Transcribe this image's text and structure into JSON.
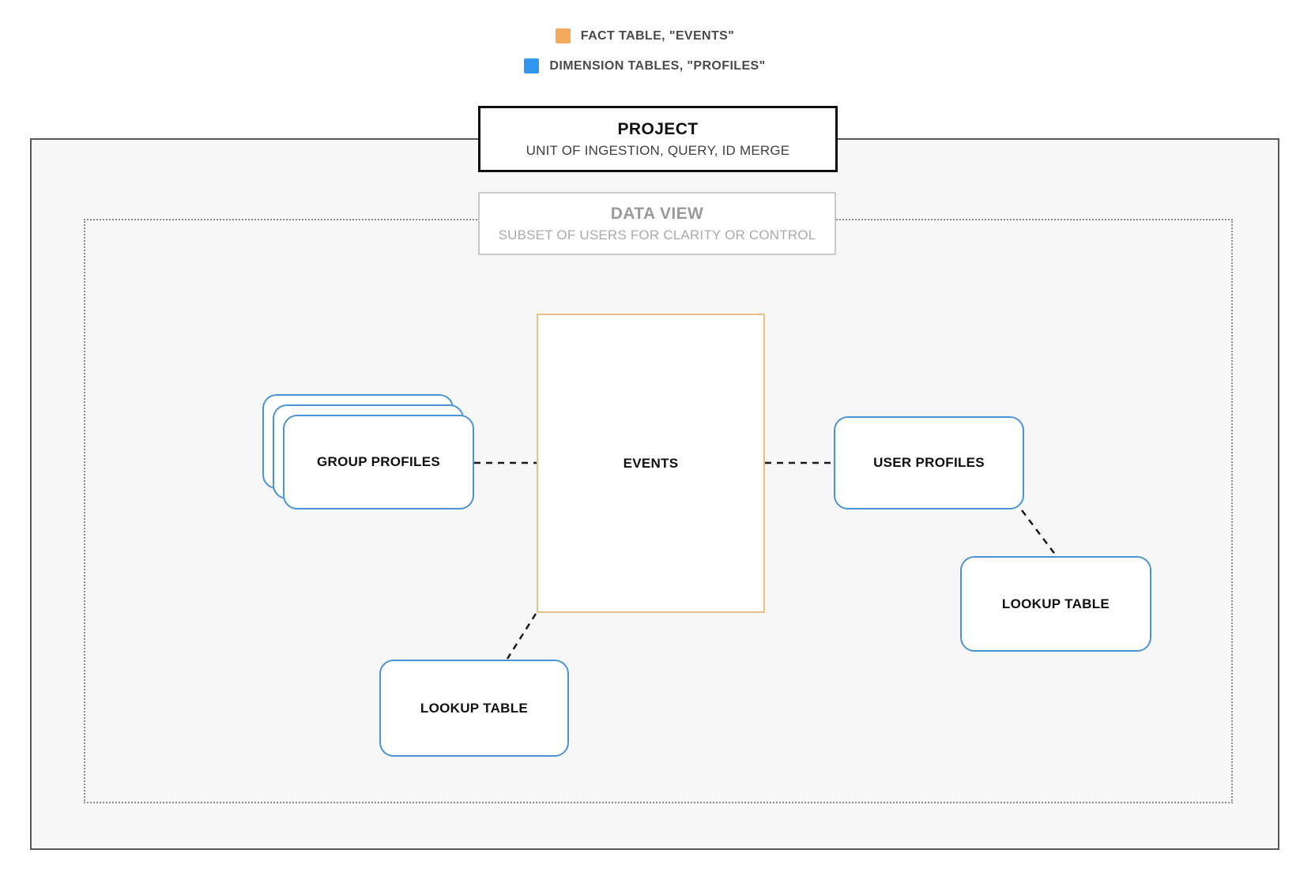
{
  "legend": {
    "items": [
      {
        "name": "fact-table",
        "label": "FACT TABLE, \"EVENTS\"",
        "color": "#F5A95C"
      },
      {
        "name": "dimension-tables",
        "label": "DIMENSION TABLES, \"PROFILES\"",
        "color": "#2F96F3"
      }
    ]
  },
  "project_box": {
    "title": "PROJECT",
    "subtitle": "UNIT OF INGESTION, QUERY, ID MERGE"
  },
  "data_view_box": {
    "title": "DATA VIEW",
    "subtitle": "SUBSET OF USERS FOR CLARITY OR CONTROL"
  },
  "nodes": {
    "events": {
      "label": "EVENTS",
      "type": "fact"
    },
    "group_profiles": {
      "label": "GROUP PROFILES",
      "type": "dimension",
      "stacked": true
    },
    "user_profiles": {
      "label": "USER PROFILES",
      "type": "dimension"
    },
    "lookup_right": {
      "label": "LOOKUP TABLE",
      "type": "dimension"
    },
    "lookup_bottom": {
      "label": "LOOKUP TABLE",
      "type": "dimension"
    }
  },
  "edges": [
    {
      "from": "group_profiles",
      "to": "events",
      "style": "dashed"
    },
    {
      "from": "events",
      "to": "user_profiles",
      "style": "dashed"
    },
    {
      "from": "user_profiles",
      "to": "lookup_right",
      "style": "dashed"
    },
    {
      "from": "events",
      "to": "lookup_bottom",
      "style": "dashed"
    }
  ],
  "colors": {
    "fact_swatch": "#F5A95C",
    "dimension_swatch": "#2F96F3",
    "fact_border": "#EAC084",
    "dimension_border": "#4A94D6",
    "connector": "#1A1A1A",
    "outer_border": "#58585A",
    "dotted_border": "#8A8A8A",
    "canvas_bg": "#F7F7F8"
  }
}
